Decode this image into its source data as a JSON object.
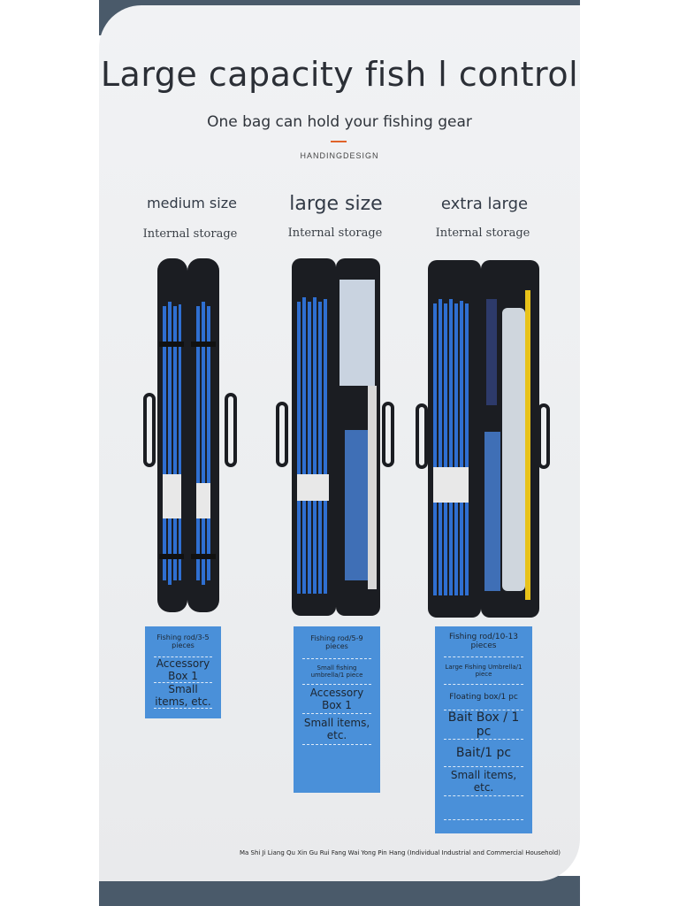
{
  "header": {
    "title": "Large capacity fish l control",
    "subtitle": "One bag can hold your fishing gear",
    "brand": "HANDINGDESIGN",
    "accent_color": "#e0632a"
  },
  "columns": [
    {
      "title": "medium size",
      "subtitle": "Internal storage",
      "items": [
        "Fishing rod/3-5 pieces",
        "Accessory Box 1",
        "Small items, etc."
      ]
    },
    {
      "title": "large size",
      "subtitle": "Internal storage",
      "items": [
        "Fishing rod/5-9 pieces",
        "Small fishing umbrella/1 piece",
        "Accessory Box 1",
        "Small items, etc."
      ]
    },
    {
      "title": "extra large",
      "subtitle": "Internal storage",
      "items": [
        "Fishing rod/10-13 pieces",
        "Large Fishing Umbrella/1 piece",
        "Floating box/1 pc",
        "Bait Box / 1 pc",
        "Bait/1 pc",
        "Small items, etc.",
        ""
      ]
    }
  ],
  "footer": {
    "text": "Ma Shi Ji Liang Qu Xin Gu Rui Fang Wai Yong Pin Hang (Individual Industrial and Commercial Household)"
  },
  "colors": {
    "info_box": "#4a90d9",
    "rod_blue": "#2f6fd1",
    "bag_black": "#1b1d22",
    "frame": "#4a5a6a"
  }
}
